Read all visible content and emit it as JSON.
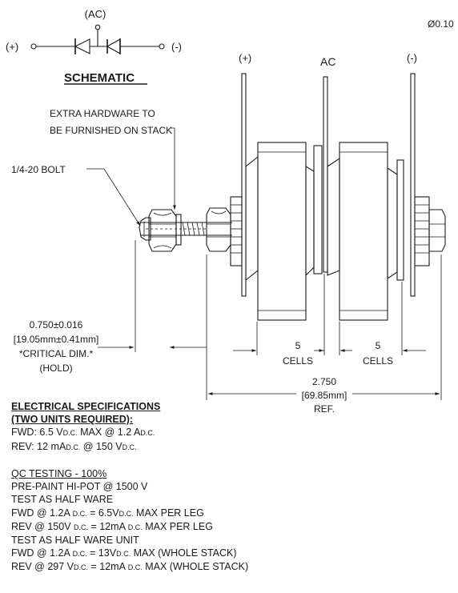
{
  "schematic": {
    "ac_label": "(AC)",
    "plus_label": "(+)",
    "minus_label": "(-)",
    "title": "SCHEMATIC"
  },
  "diameter_note": "Ø0.10",
  "terminals": {
    "plus": "(+)",
    "ac": "AC",
    "minus": "(-)"
  },
  "callouts": {
    "extra_hardware_line1": "EXTRA HARDWARE TO",
    "extra_hardware_line2": "BE FURNISHED ON STACK",
    "bolt": "1/4-20 BOLT"
  },
  "dimensions": {
    "critical_line1": "0.750±0.016",
    "critical_line2": "[19.05mm±0.41mm]",
    "critical_line3": "*CRITICAL DIM.*",
    "critical_line4": "(HOLD)",
    "cells_left_num": "5",
    "cells_left_label": "CELLS",
    "cells_right_num": "5",
    "cells_right_label": "CELLS",
    "overall_line1": "2.750",
    "overall_line2": "[69.85mm]",
    "overall_line3": "REF."
  },
  "electrical": {
    "title_line1": "ELECTRICAL SPECIFICATIONS",
    "title_line2": "(TWO UNITS REQUIRED):",
    "fwd_a": "FWD:  6.5 V",
    "fwd_b": "D.C.",
    "fwd_c": "  MAX @ 1.2 A",
    "fwd_d": "D.C.",
    "rev_a": "REV:  12 mA",
    "rev_b": "D.C.",
    "rev_c": " @ 150 V",
    "rev_d": "D.C."
  },
  "qc": {
    "title": "QC TESTING - 100%",
    "l1": "PRE-PAINT HI-POT @ 1500 V",
    "l2": "TEST AS HALF WARE",
    "l3a": "FWD @ 1.2A",
    "l3b": "D.C.",
    "l3c": " = 6.5V",
    "l3d": "D.C.",
    "l3e": " MAX PER LEG",
    "l4a": "REV @ 150V",
    "l4b": "D.C.",
    "l4c": " = 12mA",
    "l4d": "D.C.",
    "l4e": " MAX PER LEG",
    "l5": "TEST AS HALF WARE UNIT",
    "l6a": "FWD @ 1.2A",
    "l6b": "D.C.",
    "l6c": " = 13V",
    "l6d": "D.C.",
    "l6e": " MAX (WHOLE STACK)",
    "l7a": "REV @ 297 V",
    "l7b": "D.C.",
    "l7c": " = 12mA",
    "l7d": "D.C.",
    "l7e": " MAX (WHOLE STACK)"
  }
}
